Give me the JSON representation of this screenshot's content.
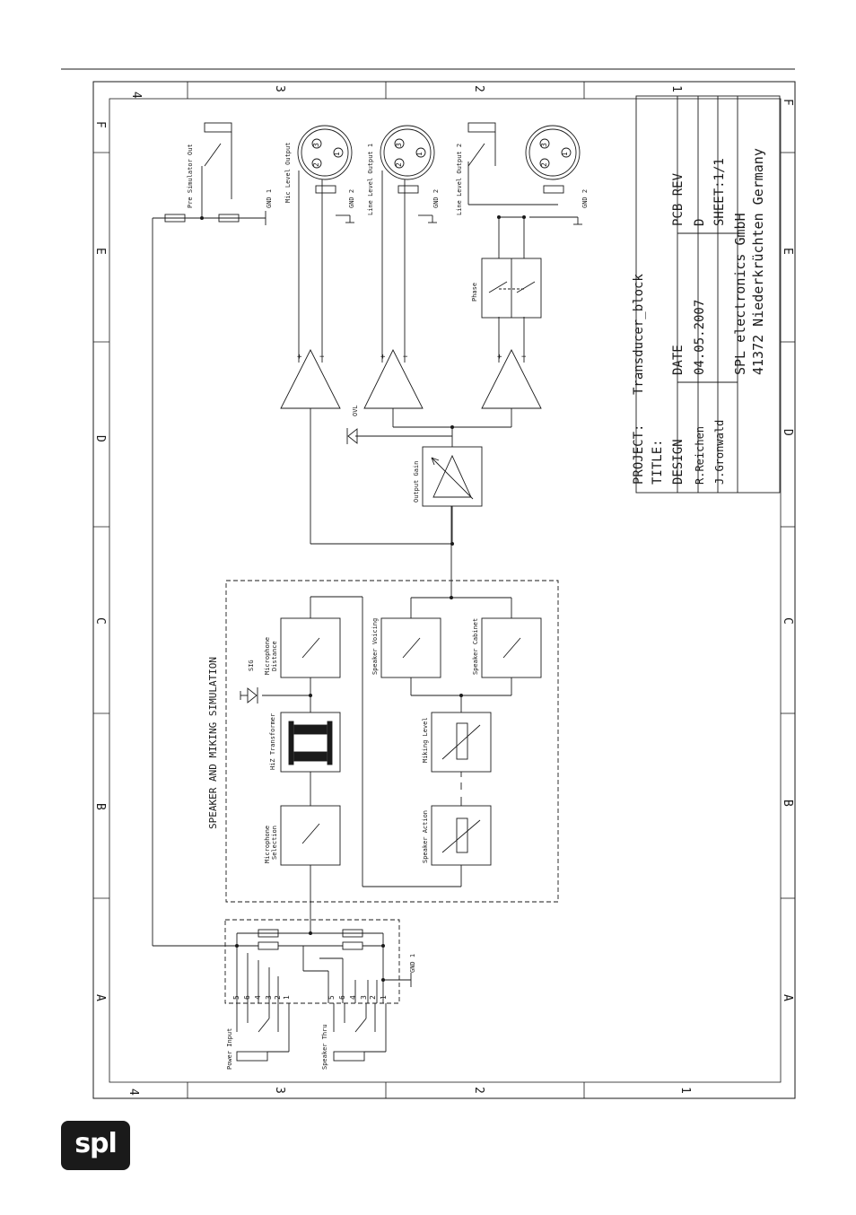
{
  "frame": {
    "columns_top": [
      "4",
      "3",
      "2",
      "1"
    ],
    "columns_bottom": [
      "4",
      "3",
      "2",
      "1"
    ],
    "rows_left": [
      "F",
      "E",
      "D",
      "C",
      "B",
      "A"
    ],
    "rows_right": [
      "F",
      "E",
      "D",
      "C",
      "B",
      "A"
    ]
  },
  "title_block": {
    "project_label": "PROJECT:",
    "project_value": "Transducer_block",
    "title_label": "TITLE:",
    "design_label": "DESIGN",
    "date_label": "DATE",
    "pcb_rev_label": "PCB REV",
    "designer_1": "R.Reichen",
    "designer_2": "J.Gronwald",
    "date_value": "04.05.2007",
    "pcb_rev_value": "D",
    "sheet": "SHEET:1/1",
    "company_line1": "SPL electronics GmbH",
    "company_line2": "41372 Niederkrüchten Germany"
  },
  "simulation_block": {
    "title": "SPEAKER AND MIKING SIMULATION",
    "sig_label": "SIG",
    "mic_selection_1": "Microphone",
    "mic_selection_2": "Selection",
    "hiz_transformer": "HiZ Transformer",
    "mic_distance_1": "Microphone",
    "mic_distance_2": "Distance",
    "speaker_action": "Speaker Action",
    "miking_level": "Miking Level",
    "speaker_voicing": "Speaker Voicing",
    "speaker_cabinet": "Speaker Cabinet"
  },
  "output_section": {
    "pre_sim_out": "Pre Simulator Out",
    "gnd1": "GND 1",
    "gnd2": "GND 2",
    "mic_level_out": "Mic Level Output",
    "line_out_1": "Line Level Output 1",
    "line_out_2": "Line Level Output 2",
    "phase": "Phase",
    "output_gain": "Output Gain",
    "ovl": "OVL",
    "plus": "+",
    "minus": "−",
    "pin1": "1",
    "pin2": "2",
    "pin3": "3"
  },
  "input_section": {
    "power_input": "Power Input",
    "speaker_thru": "Speaker Thru",
    "gnd1": "GND 1",
    "pins": [
      "5",
      "6",
      "4",
      "3",
      "2",
      "1"
    ]
  },
  "logo": {
    "text": "spl"
  }
}
